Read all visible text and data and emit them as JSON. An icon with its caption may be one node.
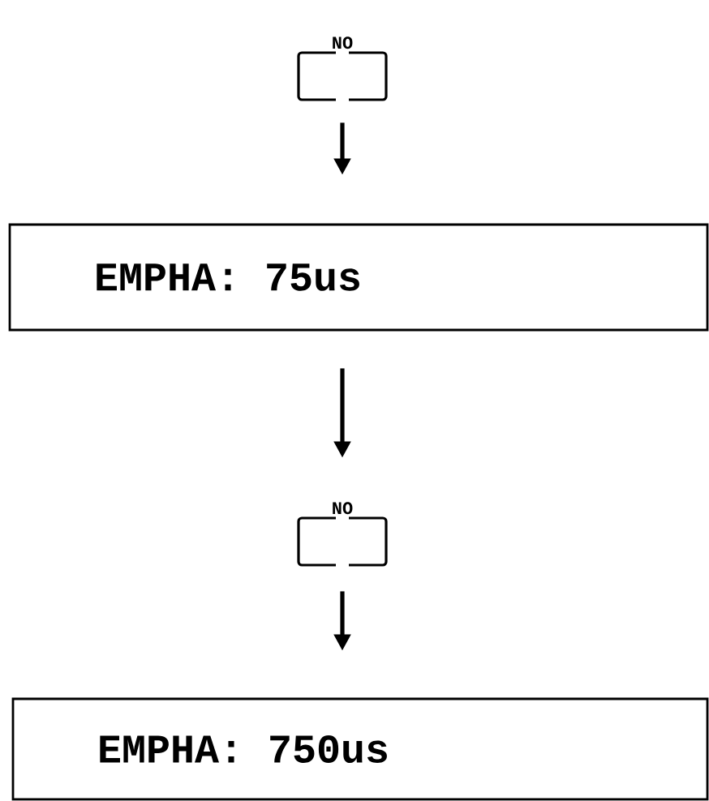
{
  "diagram": {
    "nodes": [
      {
        "text": [
          "NO"
        ]
      },
      {
        "text": [
          "EMPHA: 75us"
        ]
      },
      {
        "text": [
          "NO"
        ]
      },
      {
        "text": [
          "EMPHA: 750us"
        ]
      }
    ],
    "edges": [
      {
        "from": 0,
        "to": 1,
        "arrow": "to"
      },
      {
        "from": 1,
        "to": 2,
        "arrow": "to"
      },
      {
        "from": 2,
        "to": 3,
        "arrow": "to"
      }
    ]
  }
}
